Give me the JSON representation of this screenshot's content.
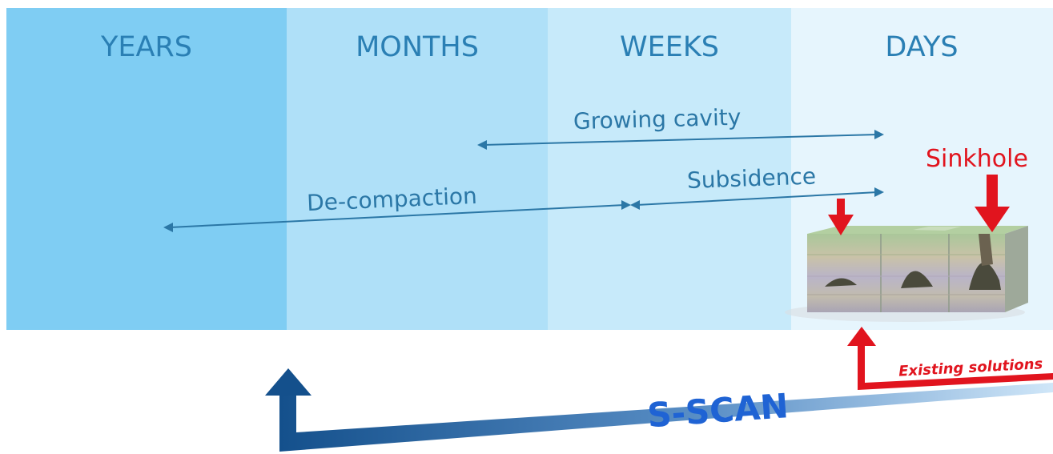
{
  "timeline": {
    "columns": [
      {
        "label": "YEARS",
        "color": "#7fcdf3"
      },
      {
        "label": "MONTHS",
        "color": "#afe0f8"
      },
      {
        "label": "WEEKS",
        "color": "#c7eafa"
      },
      {
        "label": "DAYS",
        "color": "#e6f5fd"
      }
    ]
  },
  "phases": {
    "growing_cavity": "Growing cavity",
    "subsidence": "Subsidence",
    "decompaction": "De-compaction"
  },
  "sinkhole": {
    "label": "Sinkhole"
  },
  "solutions": {
    "existing": "Existing solutions",
    "sscan": "S-SCAN"
  },
  "colors": {
    "arrow": "#2b77a6",
    "red": "#e1141e",
    "sscan_dark": "#14508c",
    "sscan_light": "#cfe6f8",
    "sscan_text": "#1f63d4"
  }
}
